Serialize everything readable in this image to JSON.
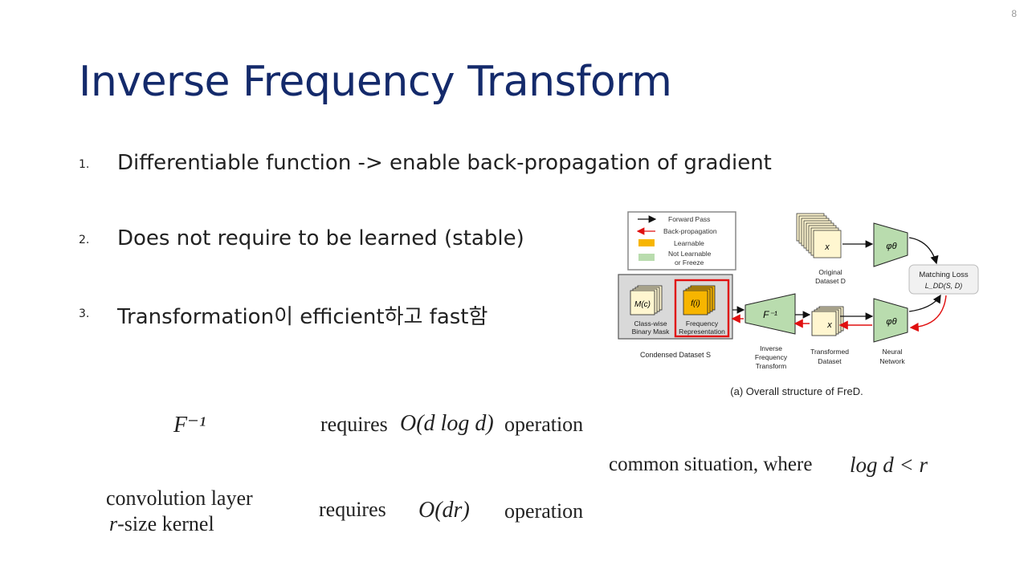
{
  "slide": {
    "number": "8",
    "title": "Inverse Frequency Transform"
  },
  "bullets": [
    {
      "num": "1.",
      "text": "Differentiable function -> enable back-propagation of gradient"
    },
    {
      "num": "2.",
      "text": "Does not require to be learned (stable)"
    },
    {
      "num": "3.",
      "text": "Transformation이 efficient하고 fast함"
    }
  ],
  "figure": {
    "legend": {
      "forward": "Forward Pass",
      "backward": "Back-propagation",
      "learnable": "Learnable",
      "not_learnable_1": "Not Learnable",
      "not_learnable_2": "or Freeze"
    },
    "mask_symbol": "M(c)",
    "mask_label_1": "Class-wise",
    "mask_label_2": "Binary Mask",
    "freq_symbol": "f(i)",
    "freq_label_1": "Frequency",
    "freq_label_2": "Representation",
    "condensed_label": "Condensed Dataset S",
    "inverse_symbol": "F⁻¹",
    "inverse_label_1": "Inverse",
    "inverse_label_2": "Frequency",
    "inverse_label_3": "Transform",
    "x_symbol": "x",
    "original_label_1": "Original",
    "original_label_2": "Dataset D",
    "transformed_label_1": "Transformed",
    "transformed_label_2": "Dataset",
    "phi_symbol": "φθ",
    "network_label_1": "Neural",
    "network_label_2": "Network",
    "matching_label_1": "Matching Loss",
    "matching_label_2": "L_DD(S, D)",
    "caption": "(a) Overall structure of FreD."
  },
  "equations": {
    "f_inv": "F⁻¹",
    "requires_1": "requires",
    "o_dlogd": "O(d log d)",
    "operation_1": "operation",
    "common": "common situation, where",
    "cond": "log d < r",
    "conv_1": "convolution layer",
    "conv_2_var": "r",
    "conv_2": "-size  kernel",
    "requires_2": "requires",
    "o_dr": "O(dr)",
    "operation_2": "operation"
  },
  "colors": {
    "title": "#142a6b",
    "learnable": "#f7b500",
    "frozen": "#b9dcae",
    "highlight": "#e01010",
    "backprop": "#e01010"
  }
}
